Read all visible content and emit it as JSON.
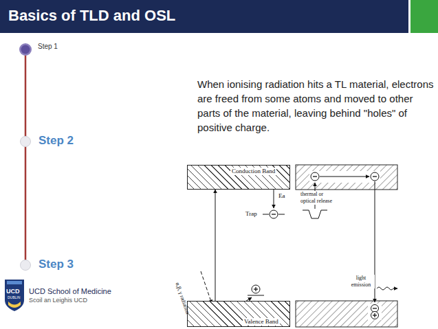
{
  "diagram": {
    "title": "Basics of TLD and OSL",
    "nodes": [
      {
        "text": [
          "Conduction Band"
        ]
      },
      {
        "text": [
          "Valence Band"
        ]
      }
    ],
    "edges": [
      {
        "from": 1,
        "to": 0,
        "arrow": "to"
      }
    ],
    "labels": [
      "Step 1",
      "Step 2",
      "Step 3",
      "When ionising radiation hits a TL material, electrons are freed from some atoms and moved to other parts of the material, leaving behind \"holes\" of positive charge.",
      "Trap",
      "Ea",
      "α,β, γ radiation",
      "thermal or optical release",
      "light emission",
      "UCD",
      "DUBLIN",
      "UCD School of Medicine",
      "Scoil an Leighis UCD"
    ]
  }
}
